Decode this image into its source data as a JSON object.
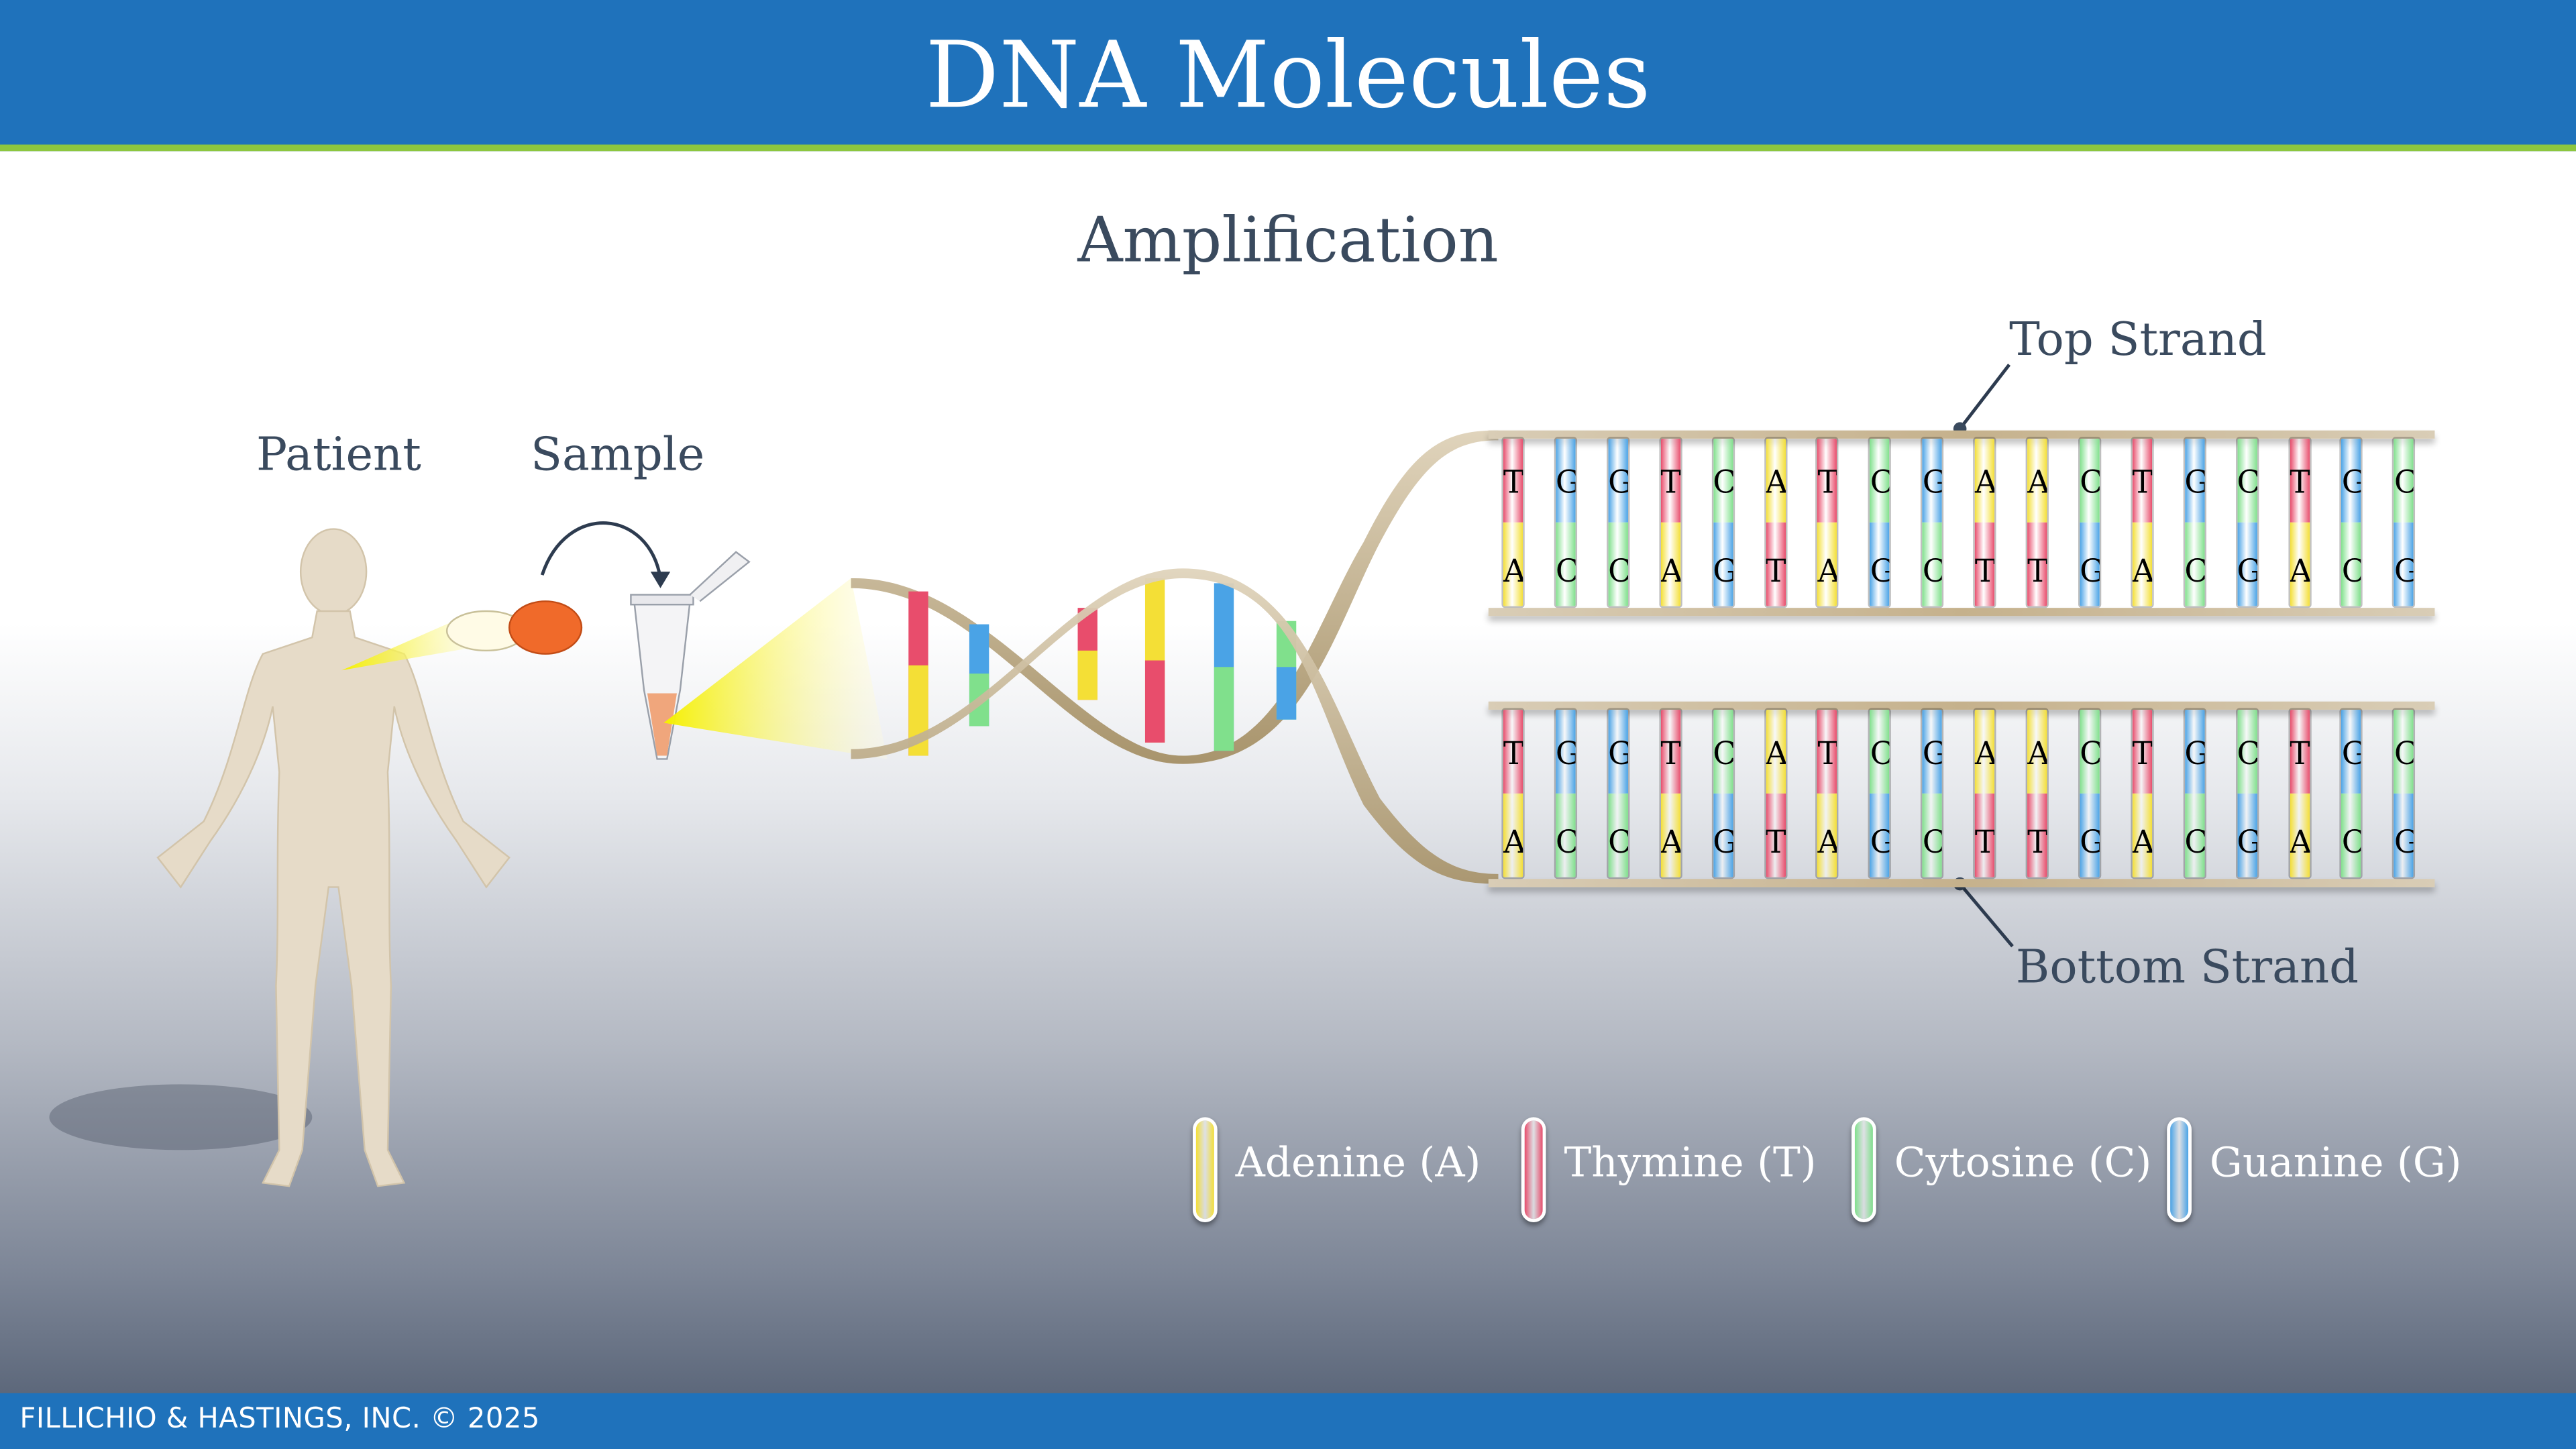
{
  "header": {
    "title": "DNA Molecules"
  },
  "subtitle": "Amplification",
  "labels": {
    "patient": "Patient",
    "sample": "Sample",
    "top_strand": "Top Strand",
    "bottom_strand": "Bottom Strand"
  },
  "colors": {
    "A": "#f4df36",
    "T": "#e84d6c",
    "C": "#80e08c",
    "G": "#4aa3e6",
    "header": "#1f72bb",
    "accent": "#8dc63f"
  },
  "top_ladder": {
    "upper": [
      "T",
      "G",
      "G",
      "T",
      "C",
      "A",
      "T",
      "C",
      "G",
      "A",
      "A",
      "C",
      "T",
      "G",
      "C",
      "T",
      "G",
      "C"
    ],
    "lower": [
      "A",
      "C",
      "C",
      "A",
      "G",
      "T",
      "A",
      "G",
      "C",
      "T",
      "T",
      "G",
      "A",
      "C",
      "G",
      "A",
      "C",
      "G"
    ]
  },
  "bottom_ladder": {
    "upper": [
      "T",
      "G",
      "G",
      "T",
      "C",
      "A",
      "T",
      "C",
      "G",
      "A",
      "A",
      "C",
      "T",
      "G",
      "C",
      "T",
      "G",
      "C"
    ],
    "lower": [
      "A",
      "C",
      "C",
      "A",
      "G",
      "T",
      "A",
      "G",
      "C",
      "T",
      "T",
      "G",
      "A",
      "C",
      "G",
      "A",
      "C",
      "G"
    ]
  },
  "legend": [
    {
      "key": "A",
      "label": "Adenine (A)"
    },
    {
      "key": "T",
      "label": "Thymine (T)"
    },
    {
      "key": "C",
      "label": "Cytosine (C)"
    },
    {
      "key": "G",
      "label": "Guanine (G)"
    }
  ],
  "footer": "FILLICHIO & HASTINGS, INC. © 2025"
}
